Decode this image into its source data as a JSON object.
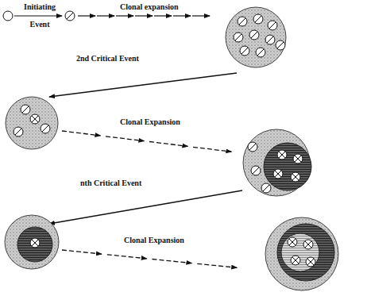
{
  "diagram": {
    "labels": [
      "Initiating Event",
      "Clonal expansion",
      "2nd Critical Event",
      "Clonal Expansion",
      "nth Critical Event",
      "Clonal Expansion"
    ]
  }
}
